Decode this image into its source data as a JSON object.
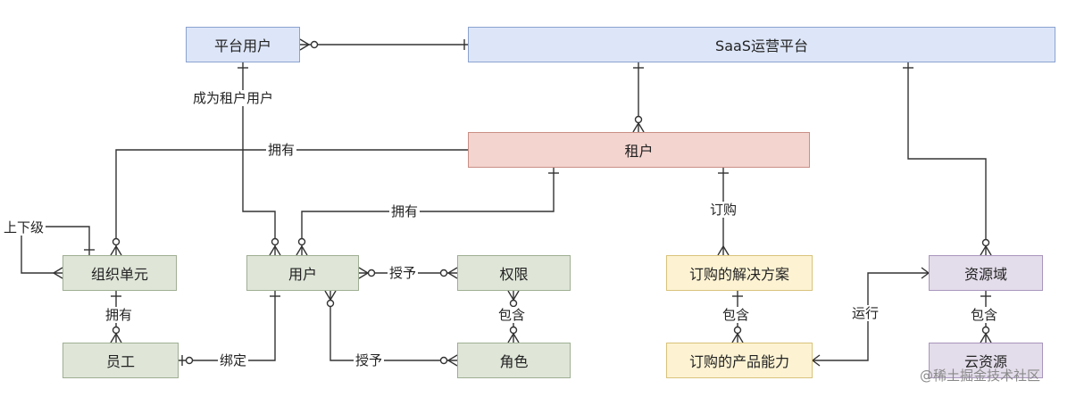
{
  "entities": {
    "platform_user": "平台用户",
    "saas_platform": "SaaS运营平台",
    "tenant": "租户",
    "org_unit": "组织单元",
    "user": "用户",
    "permission": "权限",
    "role": "角色",
    "employee": "员工",
    "purchased_solution": "订购的解决方案",
    "purchased_product": "订购的产品能力",
    "resource_domain": "资源域",
    "cloud_resource": "云资源"
  },
  "relations": {
    "become_tenant_user": "成为租户用户",
    "tenant_owns_org": "拥有",
    "superior_subordinate": "上下级",
    "tenant_owns_user": "拥有",
    "subscribe": "订购",
    "grant_permission": "授予",
    "contains_role": "包含",
    "org_owns_employee": "拥有",
    "bind": "绑定",
    "grant_role": "授予",
    "solution_contains": "包含",
    "runs": "运行",
    "domain_contains": "包含"
  },
  "watermark": "@稀土掘金技术社区"
}
